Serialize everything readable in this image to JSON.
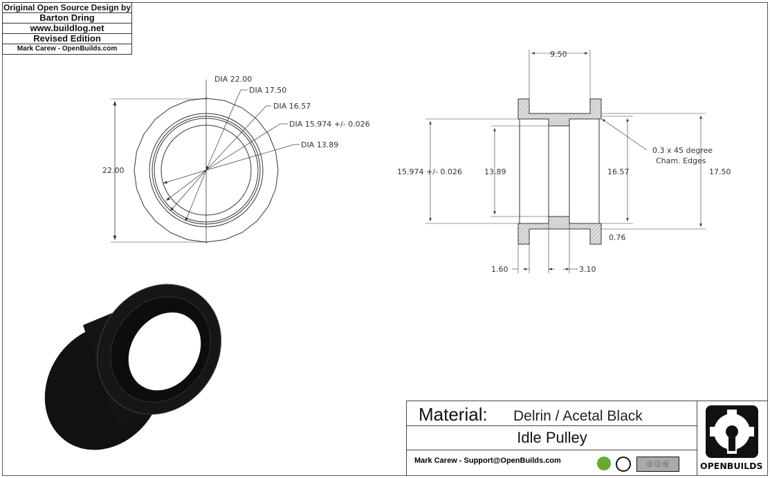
{
  "credit_block": [
    "Original Open Source Design by",
    "Barton Dring",
    "www.buildlog.net",
    "Revised Edition",
    "Mark Carew - OpenBuilds.com"
  ],
  "front_view": {
    "dims": [
      "DIA 22.00",
      "DIA 17.50",
      "DIA 16.57",
      "DIA 15.974 +/- 0.026",
      "DIA 13.89"
    ],
    "height_label": "22.00"
  },
  "section_view": {
    "top": "9.50",
    "left_outer": "15.974 +/- 0.026",
    "left_inner": "13.89",
    "right_inner": "16.57",
    "right_outer": "17.50",
    "note_line1": "0.3 x 45 degree",
    "note_line2": "Cham. Edges",
    "small": "0.76",
    "bottom_left": "1.60",
    "bottom_right": "3.10"
  },
  "title_block": {
    "material_label": "Material:",
    "material_value": "Delrin / Acetal  Black",
    "part_name": "Idle Pulley",
    "author": "Mark Carew - Support@OpenBuilds.com",
    "logo_text": "OPENBUILDS",
    "license_icons": [
      "openbuilds-badge-icon",
      "open-hardware-icon",
      "cc-by-sa-icon"
    ]
  },
  "colors": {
    "line": "#333333",
    "hatch": "#cccccc",
    "part": "#111111"
  }
}
